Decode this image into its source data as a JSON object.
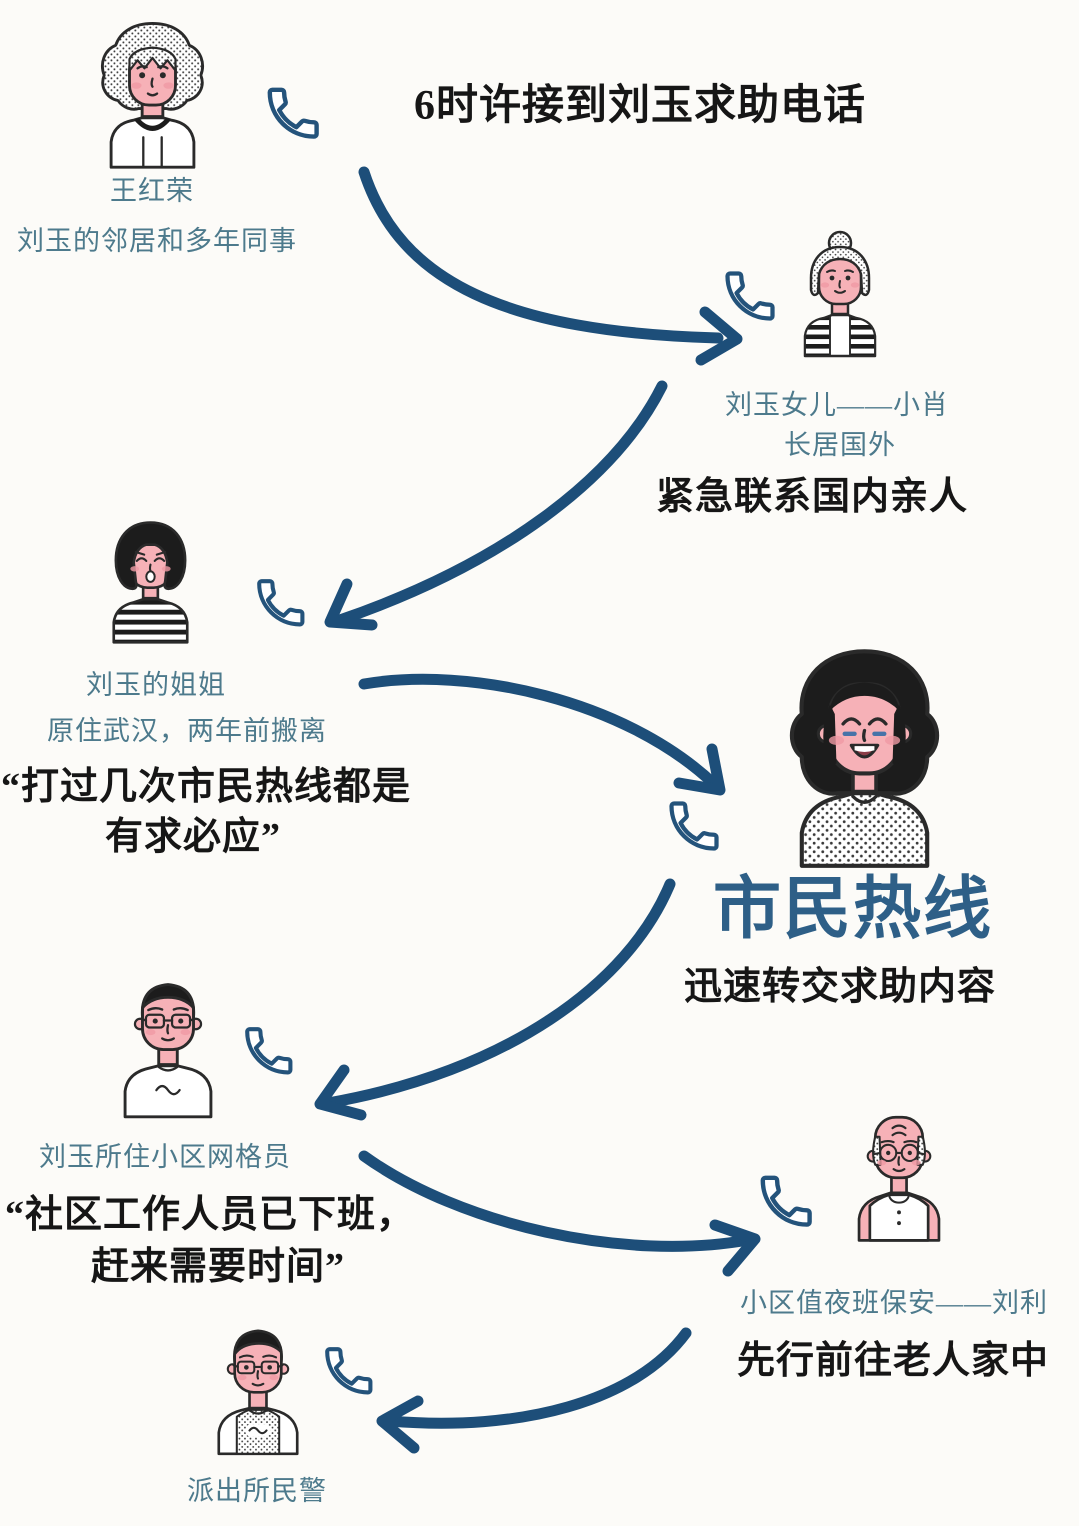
{
  "palette": {
    "background": "#fcfbf8",
    "arrow": "#1d4e79",
    "label_teal": "#4d7a8c",
    "text_black": "#161616",
    "hotline_blue": "#2e5f87",
    "face_pink": "#f6b1b7",
    "blush_pink": "#f09aa4"
  },
  "title": "6时许接到刘玉求助电话",
  "caller": {
    "name": "王红荣",
    "desc": "刘玉的邻居和多年同事"
  },
  "daughter": {
    "name": "刘玉女儿——小肖",
    "desc": "长居国外",
    "action": "紧急联系国内亲人"
  },
  "sister": {
    "name": "刘玉的姐姐",
    "desc": "原住武汉，两年前搬离",
    "quote1": "“打过几次市民热线都是",
    "quote2": "有求必应”"
  },
  "hotline": {
    "name": "市民热线",
    "action": "迅速转交求助内容"
  },
  "gridworker": {
    "name": "刘玉所住小区网格员",
    "quote1": "“社区工作人员已下班，",
    "quote2": "赶来需要时间”"
  },
  "guard": {
    "name": "小区值夜班保安——刘利",
    "action": "先行前往老人家中"
  },
  "police": {
    "name": "派出所民警"
  }
}
